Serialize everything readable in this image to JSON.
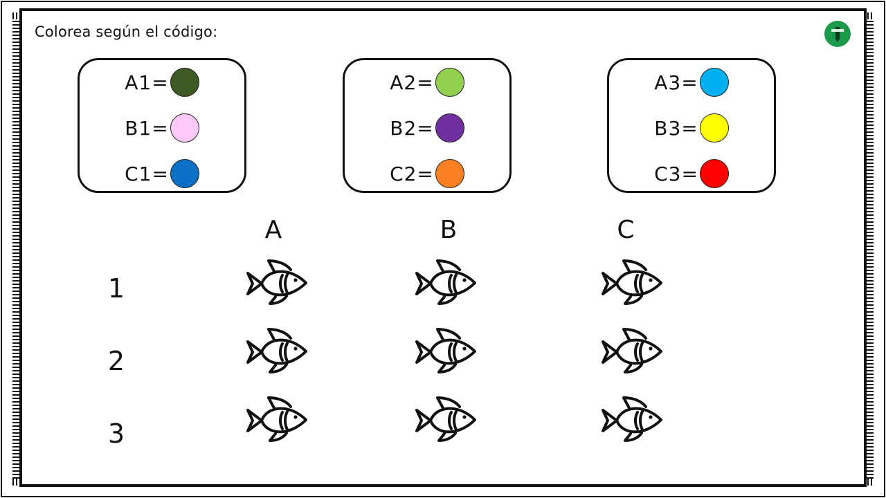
{
  "instruction": "Colorea según el código:",
  "logo_icon": "pencil-logo-icon",
  "legend": [
    {
      "items": [
        {
          "code": "A1=",
          "color": "#3d5a23"
        },
        {
          "code": "B1=",
          "color": "#fcc8f8"
        },
        {
          "code": "C1=",
          "color": "#0b6fc6"
        }
      ]
    },
    {
      "items": [
        {
          "code": "A2=",
          "color": "#92d050"
        },
        {
          "code": "B2=",
          "color": "#7030a0"
        },
        {
          "code": "C2=",
          "color": "#fb8021"
        }
      ]
    },
    {
      "items": [
        {
          "code": "A3=",
          "color": "#00b0f0"
        },
        {
          "code": "B3=",
          "color": "#ffff00"
        },
        {
          "code": "C3=",
          "color": "#ff0000"
        }
      ]
    }
  ],
  "columns": [
    "A",
    "B",
    "C"
  ],
  "rows": [
    "1",
    "2",
    "3"
  ],
  "grid_icon": "fish-outline-icon"
}
